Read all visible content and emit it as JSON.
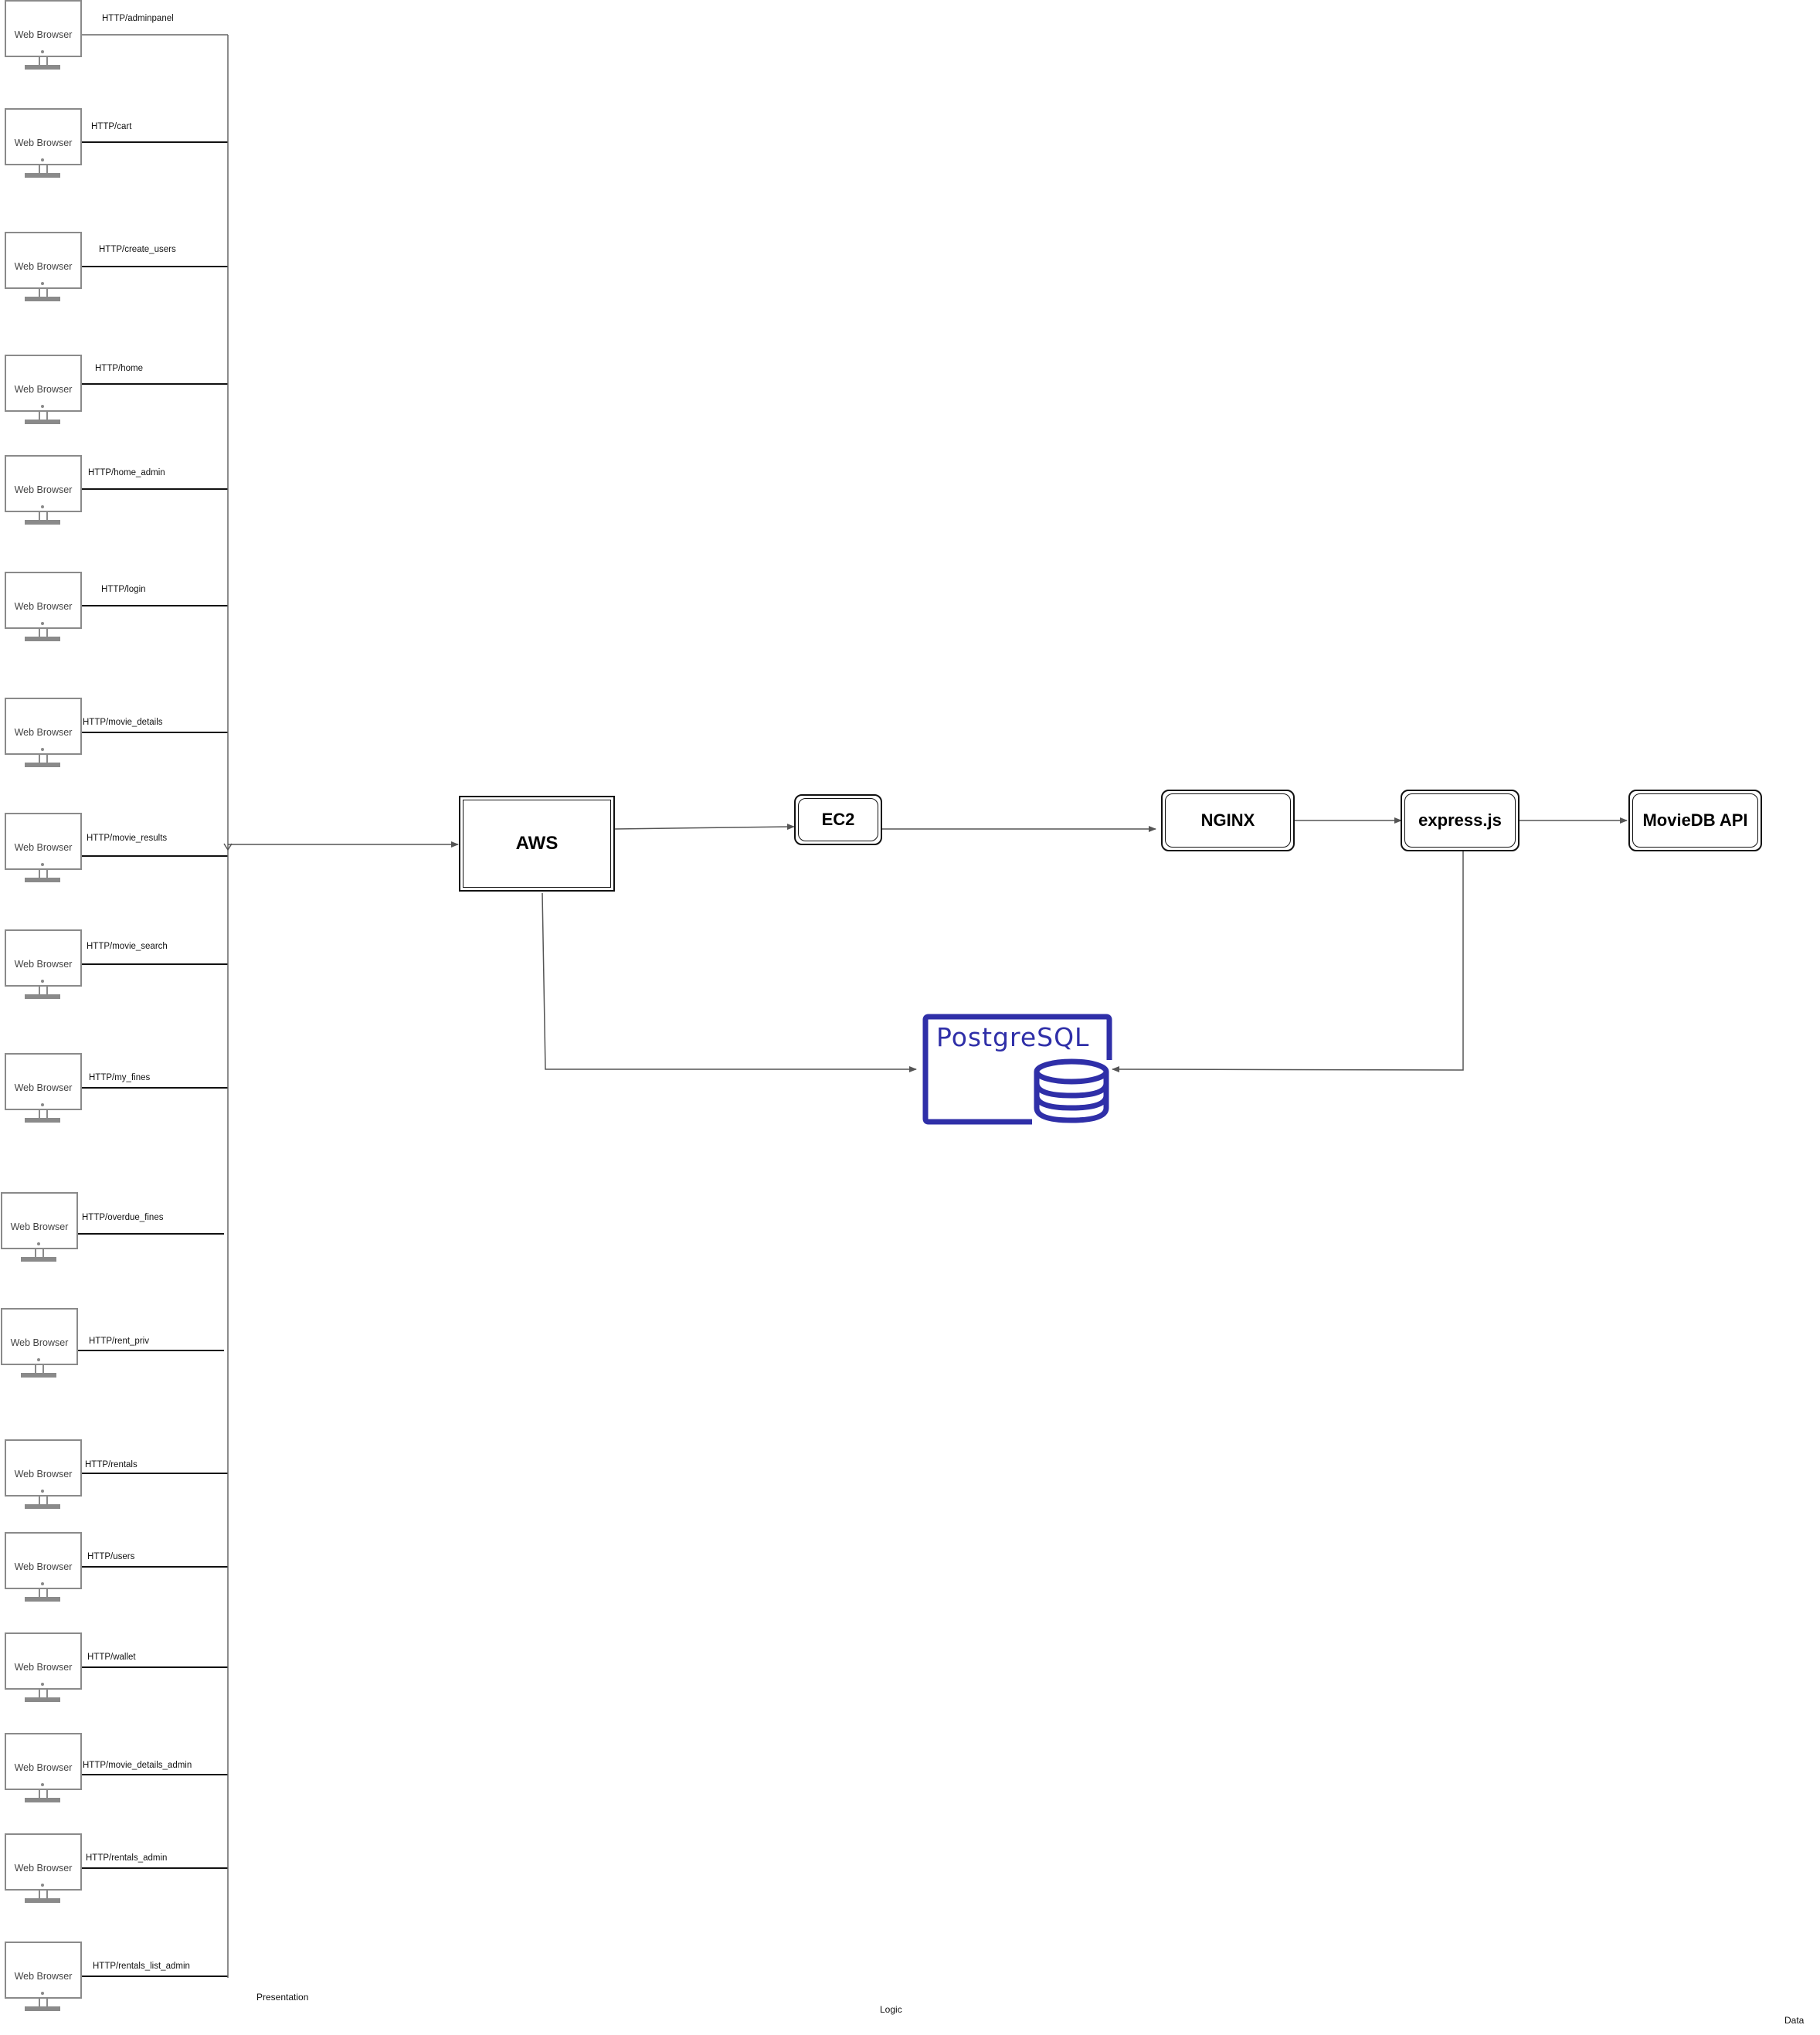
{
  "browser_label": "Web Browser",
  "routes": [
    {
      "label": "HTTP/adminpanel"
    },
    {
      "label": "HTTP/cart"
    },
    {
      "label": "HTTP/create_users"
    },
    {
      "label": "HTTP/home"
    },
    {
      "label": "HTTP/home_admin"
    },
    {
      "label": "HTTP/login"
    },
    {
      "label": "HTTP/movie_details"
    },
    {
      "label": "HTTP/movie_results"
    },
    {
      "label": "HTTP/movie_search"
    },
    {
      "label": "HTTP/my_fines"
    },
    {
      "label": "HTTP/overdue_fines"
    },
    {
      "label": "HTTP/rent_priv"
    },
    {
      "label": "HTTP/rentals"
    },
    {
      "label": "HTTP/users"
    },
    {
      "label": "HTTP/wallet"
    },
    {
      "label": "HTTP/movie_details_admin"
    },
    {
      "label": "HTTP/rentals_admin"
    },
    {
      "label": "HTTP/rentals_list_admin"
    }
  ],
  "nodes": {
    "aws": "AWS",
    "ec2": "EC2",
    "nginx": "NGINX",
    "express": "express.js",
    "moviedb": "MovieDB API",
    "postgres_logo": "PostgreSQL"
  },
  "tiers": {
    "presentation": "Presentation",
    "logic": "Logic",
    "data": "Data"
  },
  "colors": {
    "monitor": "#8a8a8a",
    "postgres_blue": "#2f2fa8",
    "line": "#555555"
  }
}
